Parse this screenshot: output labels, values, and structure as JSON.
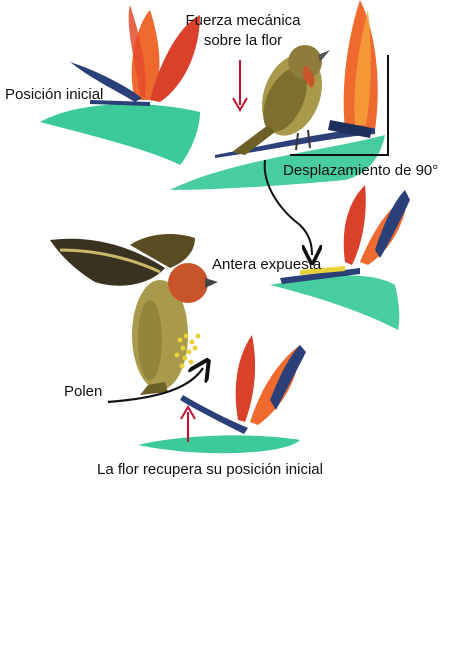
{
  "labels": {
    "force_line1": "Fuerza mecánica",
    "force_line2": "sobre la flor",
    "initial_position": "Posición inicial",
    "displacement": "Desplazamiento de 90°",
    "anther_exposed": "Antera expuesta",
    "pollen": "Polen",
    "recovers": "La flor recupera su posición inicial"
  },
  "colors": {
    "leaf_green": "#27c48e",
    "petal_orange": "#ee6a2f",
    "petal_red": "#d9412a",
    "sepal_blue": "#2b3f78",
    "arrow_red": "#c8102e",
    "pollen_yellow": "#e8d23a",
    "bird_olive": "#a89a4a",
    "bird_head": "#c8552a"
  }
}
